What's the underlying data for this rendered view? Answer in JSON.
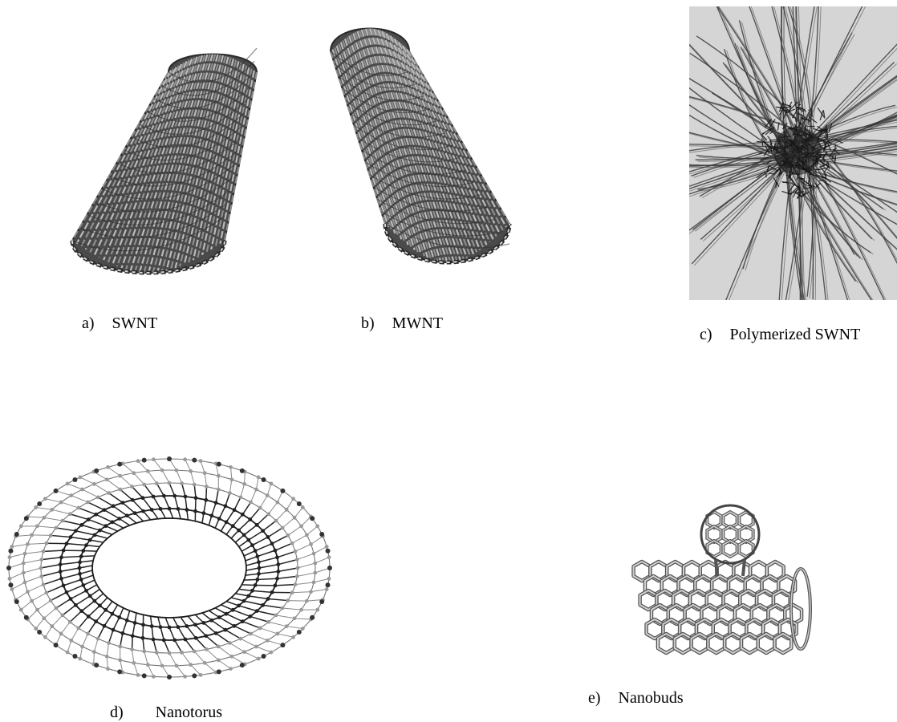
{
  "figures": [
    {
      "id": "a",
      "letter": "a)",
      "label": "SWNT"
    },
    {
      "id": "b",
      "letter": "b)",
      "label": "MWNT"
    },
    {
      "id": "c",
      "letter": "c)",
      "label": "Polymerized SWNT"
    },
    {
      "id": "d",
      "letter": "d)",
      "label": "Nanotorus"
    },
    {
      "id": "e",
      "letter": "e)",
      "label": "Nanobuds"
    }
  ]
}
